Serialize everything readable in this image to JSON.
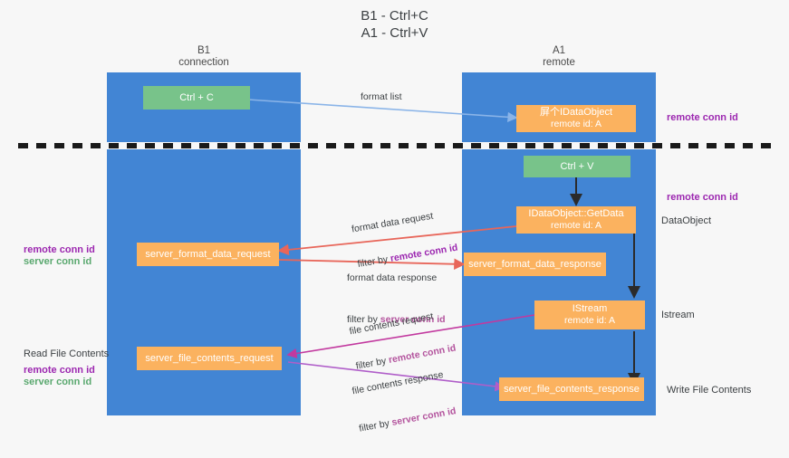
{
  "diagram": {
    "title": "B1 - Ctrl+C\nA1 - Ctrl+V",
    "background": "#f7f7f7",
    "lane_color": "#4285d4",
    "divider_color": "#1a1a1a"
  },
  "lanes": [
    {
      "id": "b1",
      "label": "B1\nconnection"
    },
    {
      "id": "a1",
      "label": "A1\nremote"
    }
  ],
  "nodes": {
    "ctrl_c": {
      "line1": "Ctrl + C",
      "color": "#78c38a"
    },
    "ctrl_v": {
      "line1": "Ctrl + V",
      "color": "#78c38a"
    },
    "idataobject_top": {
      "line1": "屏个IDataObject",
      "line2": "remote id: A",
      "color": "#fbb25f"
    },
    "getdata": {
      "line1": "IDataObject::GetData",
      "line2": "remote id: A",
      "color": "#fbb25f"
    },
    "server_format_data_request": {
      "line1": "server_format_data_request",
      "color": "#fbb25f"
    },
    "server_format_data_response": {
      "line1": "server_format_data_response",
      "color": "#fbb25f"
    },
    "istream": {
      "line1": "IStream",
      "line2": "remote id: A",
      "color": "#fbb25f"
    },
    "server_file_contents_request": {
      "line1": "server_file_contents_request",
      "color": "#fbb25f"
    },
    "server_file_contents_response": {
      "line1": "server_file_contents_response",
      "color": "#fbb25f"
    }
  },
  "edges": {
    "format_list": {
      "label": "format list",
      "color": "#8ab4e8"
    },
    "format_data_request": {
      "label_line1": "format data request",
      "label_line2_prefix": "filter by ",
      "label_line2_highlight": "remote conn id",
      "color": "#e8665a",
      "highlight_color": "#9c27b0"
    },
    "format_data_response": {
      "label_line1": "format data response",
      "label_line2_prefix": "filter by ",
      "label_line2_highlight": "server conn id",
      "color": "#e8665a",
      "highlight_color": "#b4559e"
    },
    "file_contents_request": {
      "label_line1": "file contents request",
      "label_line2_prefix": "filter by ",
      "label_line2_highlight": "remote conn id",
      "color": "#c2399f",
      "highlight_color": "#b4559e"
    },
    "file_contents_response": {
      "label_line1": "file contents response",
      "label_line2_prefix": "filter by ",
      "label_line2_highlight": "server conn id",
      "color": "#b05ec9",
      "highlight_color": "#b4559e"
    }
  },
  "annotations": {
    "right_remote_conn_id_top": "remote conn id",
    "right_remote_conn_id_mid": "remote conn id",
    "right_dataobject": "DataObject",
    "right_istream": "Istream",
    "right_write_file_contents": "Write File Contents",
    "left_remote_conn_id_mid": "remote conn id",
    "left_server_conn_id_mid": "server conn id",
    "left_read_file_contents": "Read File Contents",
    "left_remote_conn_id_bottom": "remote conn id",
    "left_server_conn_id_bottom": "server conn id"
  }
}
